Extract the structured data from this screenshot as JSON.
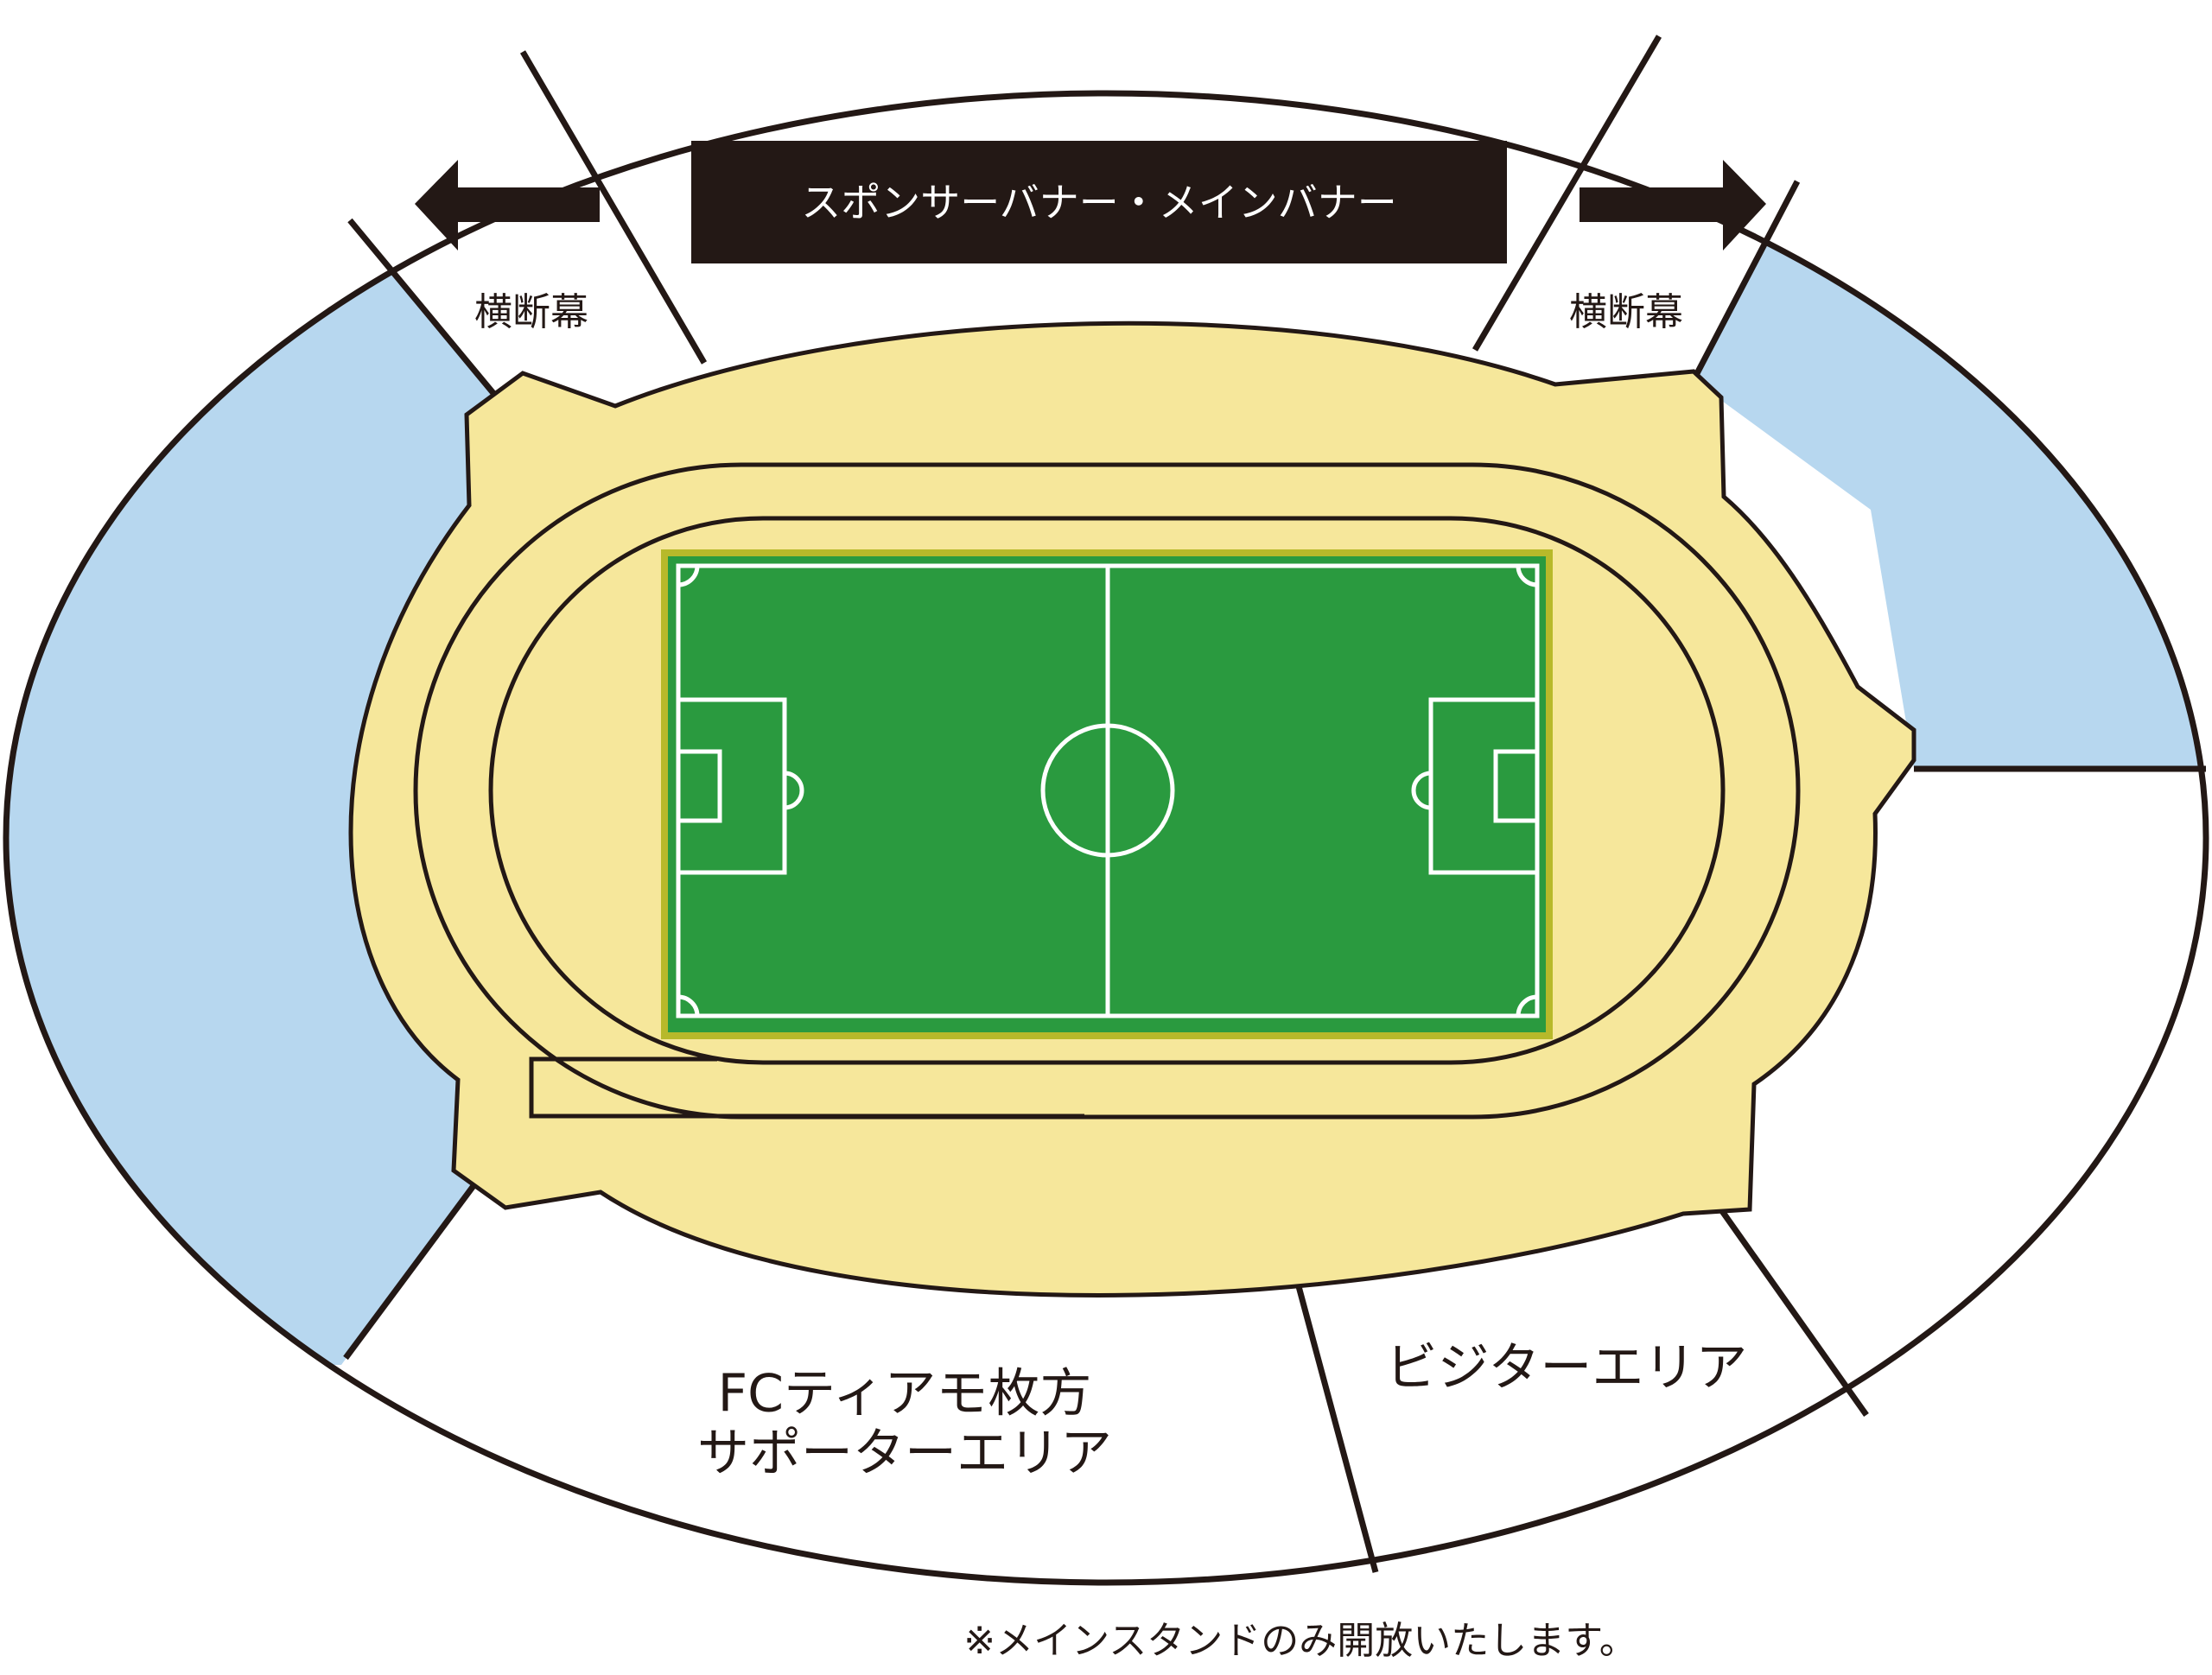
{
  "banner": {
    "label": "スポンサーバナー・メインバナー"
  },
  "curtain_left": {
    "label": "横断幕"
  },
  "curtain_right": {
    "label": "横断幕"
  },
  "home_area": {
    "line1": "FCティアモ枚方",
    "line2": "サポーターエリア"
  },
  "visitor_area": {
    "label": "ビジターエリア"
  },
  "note": {
    "text": "※メインスタンドのみ開放いたします。"
  },
  "colors": {
    "closed_stand": "#b7d7ef",
    "open_stand": "#ffffff",
    "track": "#f6e79b",
    "pitch": "#2a9a3f",
    "pitch_border": "#b7b92a",
    "outline": "#231815"
  },
  "icons": {
    "left_arrow": "arrow-left-icon",
    "right_arrow": "arrow-right-icon"
  }
}
